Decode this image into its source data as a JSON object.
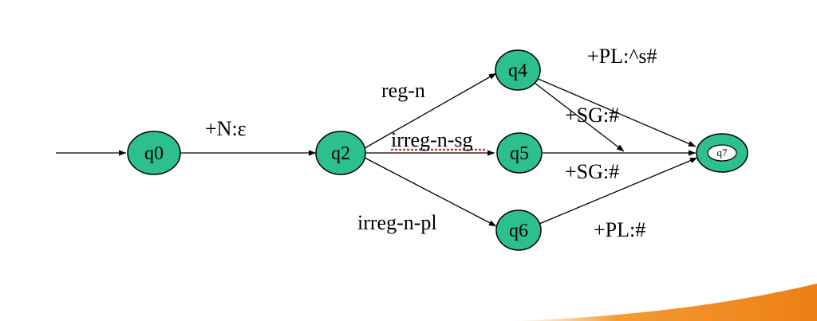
{
  "diagram": {
    "colors": {
      "state_fill": "#2ebf8f",
      "edge": "#000000",
      "accent_bar": "#f08a1f",
      "spellcheck": "#d9261c"
    },
    "states": [
      {
        "id": "q0",
        "label": "q0"
      },
      {
        "id": "q2",
        "label": "q2"
      },
      {
        "id": "q4",
        "label": "q4"
      },
      {
        "id": "q5",
        "label": "q5"
      },
      {
        "id": "q6",
        "label": "q6"
      },
      {
        "id": "q7",
        "label": "q7",
        "final": true
      }
    ],
    "edges": [
      {
        "from": "start",
        "to": "q0",
        "label": ""
      },
      {
        "from": "q0",
        "to": "q2",
        "label": "+N:ε"
      },
      {
        "from": "q2",
        "to": "q4",
        "label": "reg-n"
      },
      {
        "from": "q2",
        "to": "q5",
        "label": "irreg-n-sg"
      },
      {
        "from": "q2",
        "to": "q6",
        "label": "irreg-n-pl"
      },
      {
        "from": "q4",
        "to": "q7",
        "label": "+PL:^s#"
      },
      {
        "from": "q4",
        "to": "q5q7-edge",
        "label": "+SG:#"
      },
      {
        "from": "q5",
        "to": "q7",
        "label": "+SG:#"
      },
      {
        "from": "q6",
        "to": "q7",
        "label": "+PL:#"
      }
    ]
  }
}
